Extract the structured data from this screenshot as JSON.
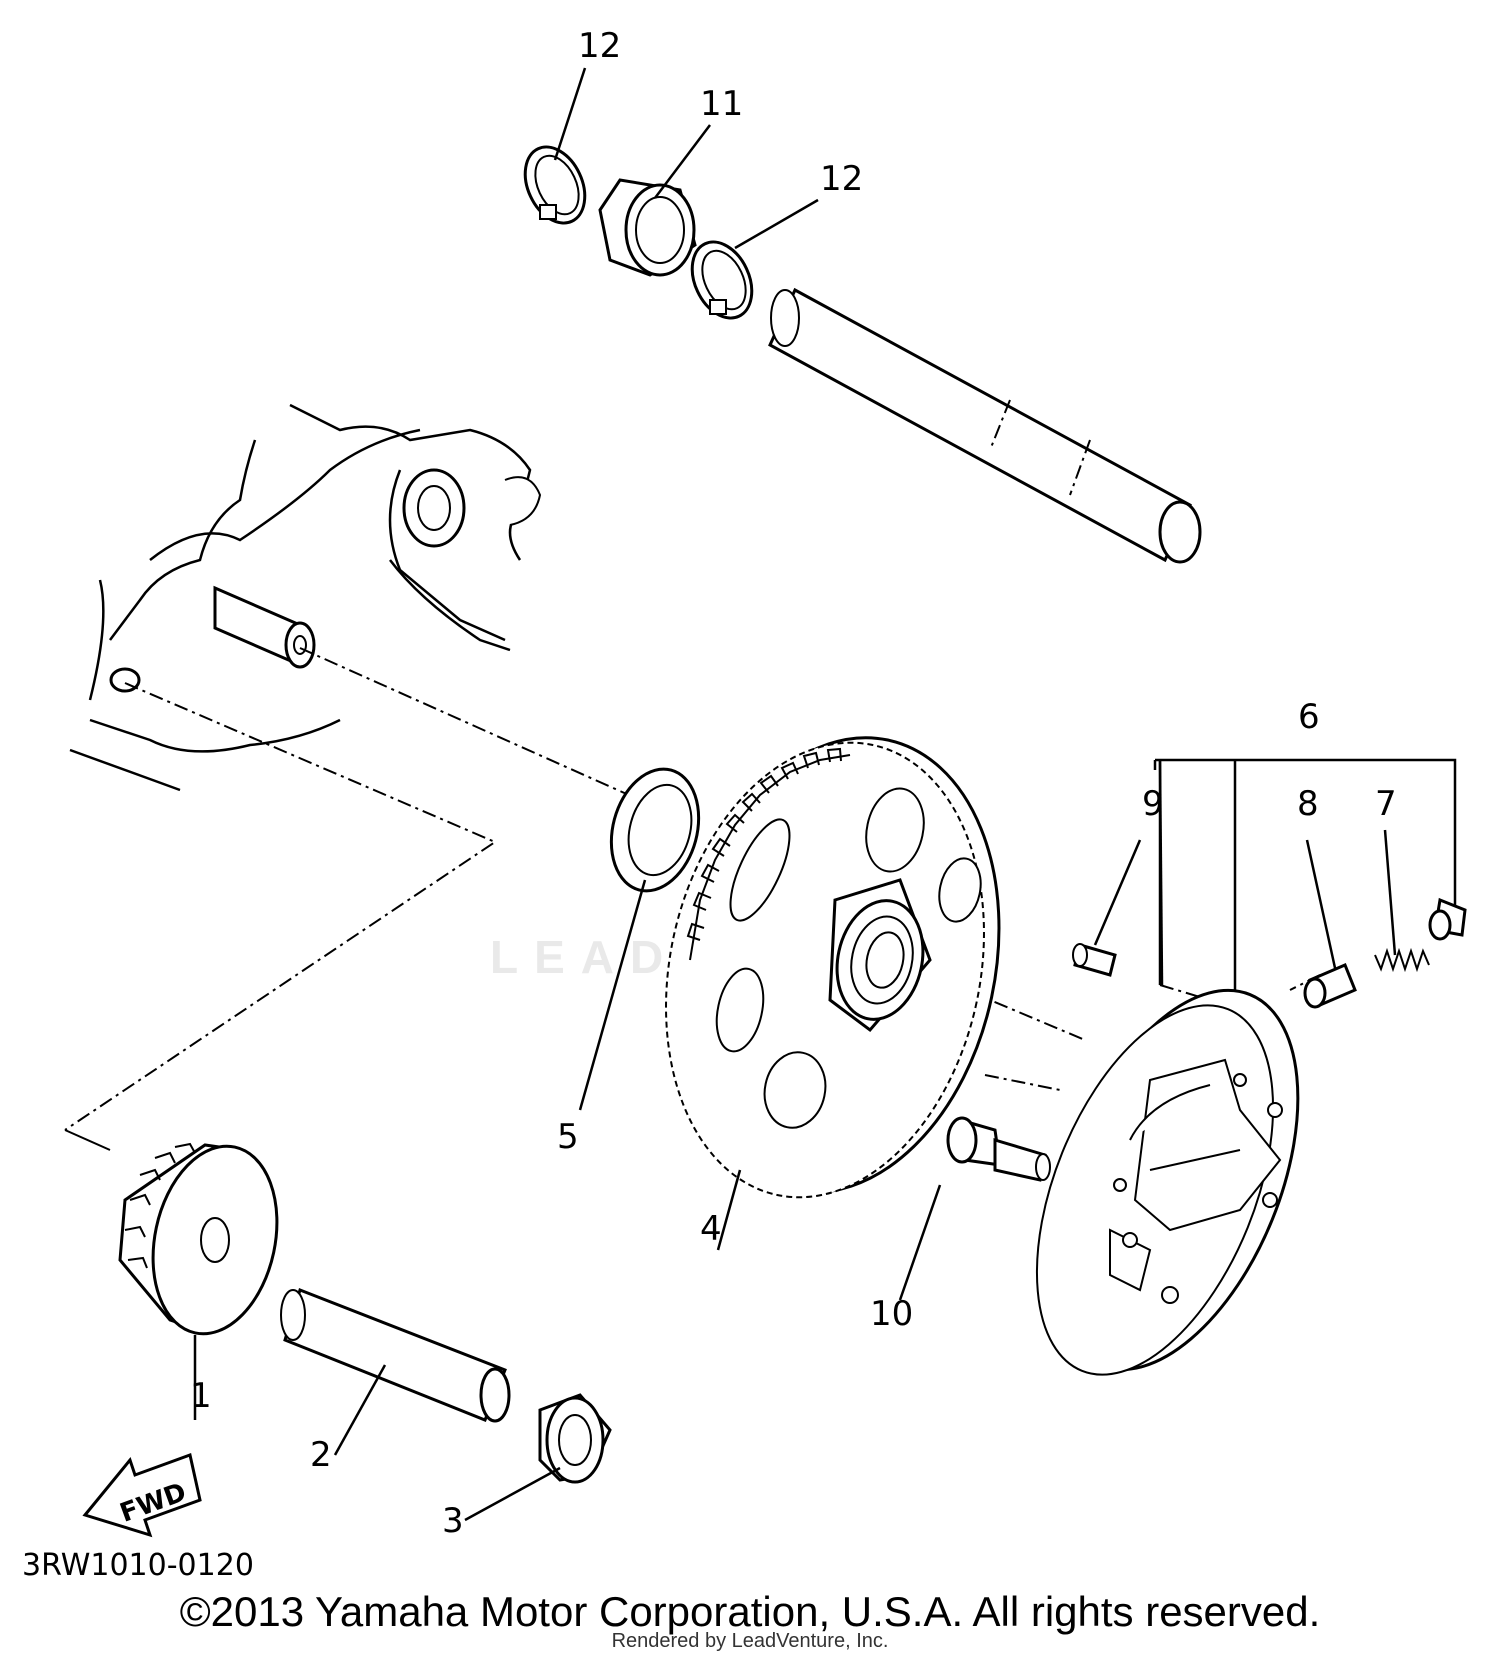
{
  "diagram": {
    "callouts": {
      "c1": "1",
      "c2": "2",
      "c3": "3",
      "c4": "4",
      "c5": "5",
      "c6": "6",
      "c7": "7",
      "c8": "8",
      "c9": "9",
      "c10": "10",
      "c11": "11",
      "c12a": "12",
      "c12b": "12"
    },
    "fwd_label": "FWD",
    "diagram_code": "3RW1010-0120",
    "watermark": "LEADVENTURE"
  },
  "footer": {
    "copyright": "©2013 Yamaha Motor Corporation, U.S.A. All rights reserved.",
    "rendered_by": "Rendered by LeadVenture, Inc."
  },
  "colors": {
    "ink": "#000000",
    "paper": "#ffffff",
    "watermark": "#e9e9e9"
  },
  "icons": {
    "fwd_arrow": "fwd-arrow-icon",
    "watermark_logo": "flame-logo-icon"
  }
}
